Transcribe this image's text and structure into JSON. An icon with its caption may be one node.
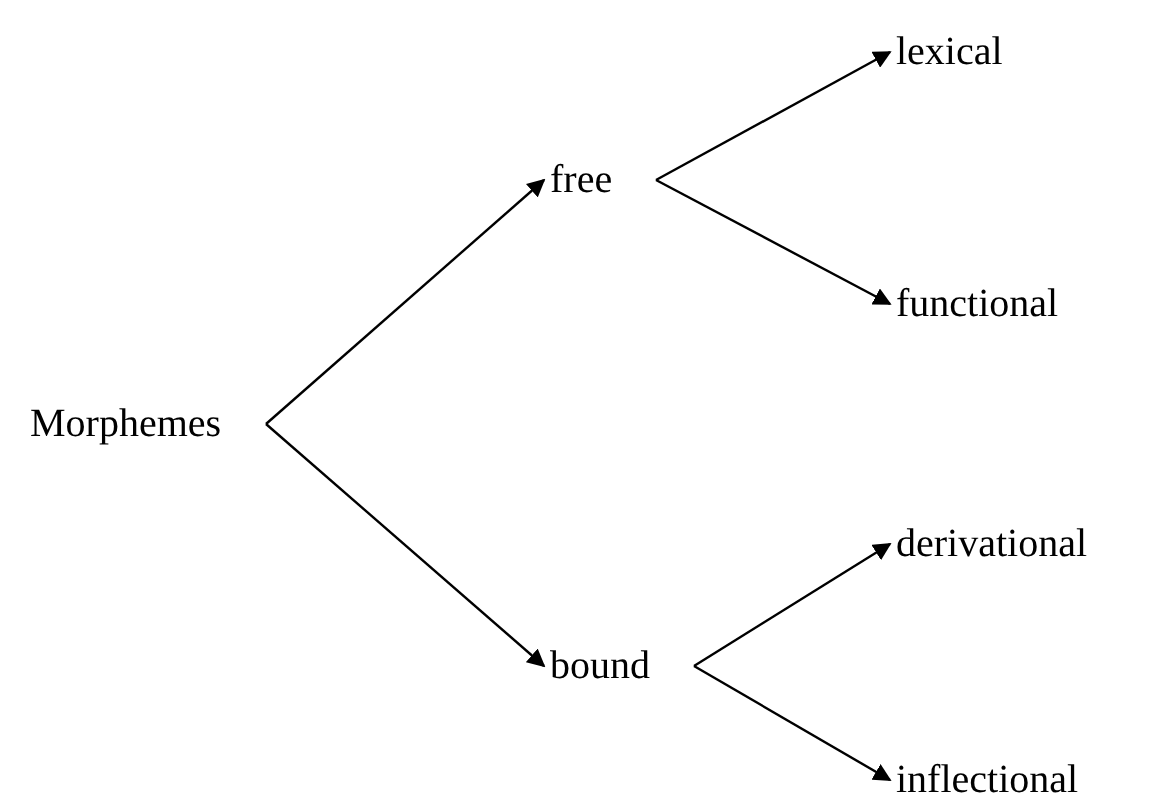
{
  "diagram": {
    "nodes": [
      {
        "text": [
          "Morphemes"
        ]
      },
      {
        "text": [
          "free"
        ]
      },
      {
        "text": [
          "bound"
        ]
      },
      {
        "text": [
          "lexical"
        ]
      },
      {
        "text": [
          "functional"
        ]
      },
      {
        "text": [
          "derivational"
        ]
      },
      {
        "text": [
          "inflectional"
        ]
      }
    ],
    "edges": [
      {
        "from": 0,
        "to": 1,
        "arrow": "to"
      },
      {
        "from": 0,
        "to": 2,
        "arrow": "to"
      },
      {
        "from": 1,
        "to": 3,
        "arrow": "to"
      },
      {
        "from": 1,
        "to": 4,
        "arrow": "to"
      },
      {
        "from": 2,
        "to": 5,
        "arrow": "to"
      },
      {
        "from": 2,
        "to": 6,
        "arrow": "to"
      }
    ]
  }
}
